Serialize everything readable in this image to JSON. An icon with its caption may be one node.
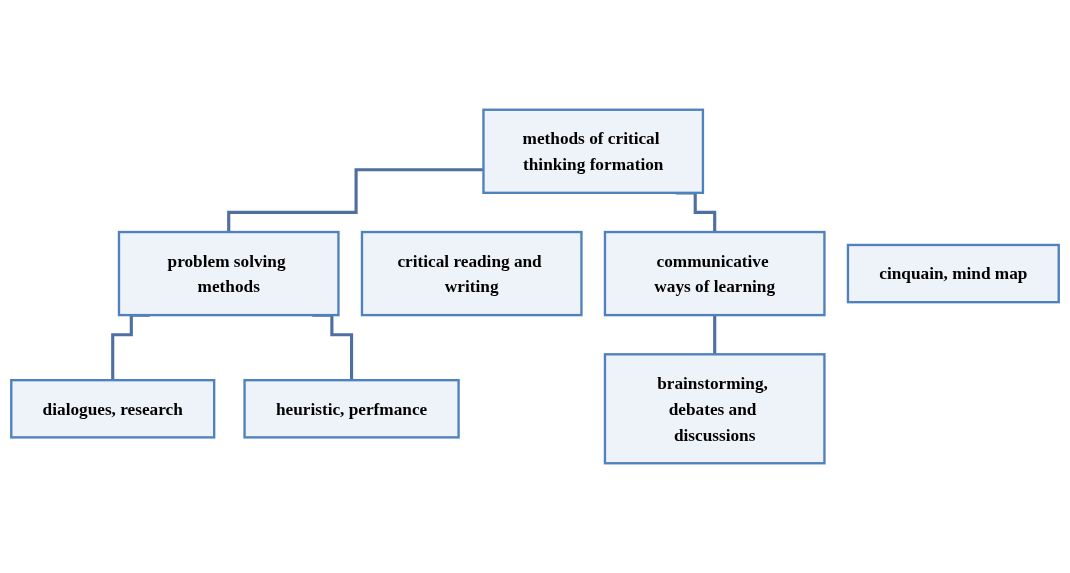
{
  "diagram": {
    "nodes": [
      {
        "text": [
          "methods of critical thinking formation"
        ]
      },
      {
        "text": [
          "problem solving methods"
        ]
      },
      {
        "text": [
          "critical reading and writing"
        ]
      },
      {
        "text": [
          "communicative ways of learning"
        ]
      },
      {
        "text": [
          "dialogues, research"
        ]
      },
      {
        "text": [
          "heuristic, perfmance"
        ]
      },
      {
        "text": [
          "brainstorming, debates and discussions"
        ]
      },
      {
        "text": [
          "cinquain, mind map"
        ]
      }
    ],
    "edges": [
      {
        "from": 0,
        "to": 1,
        "arrow": "none"
      },
      {
        "from": 0,
        "to": 3,
        "arrow": "none"
      },
      {
        "from": 1,
        "to": 4,
        "arrow": "none"
      },
      {
        "from": 1,
        "to": 5,
        "arrow": "none"
      },
      {
        "from": 3,
        "to": 6,
        "arrow": "none"
      }
    ]
  }
}
